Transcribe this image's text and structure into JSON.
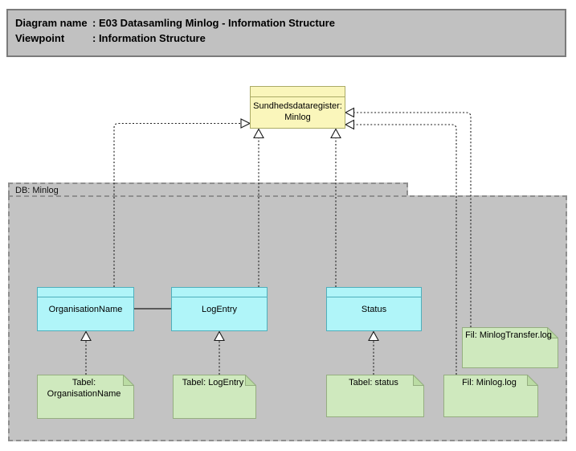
{
  "header": {
    "rows": [
      {
        "label": "Diagram name",
        "value": ": E03 Datasamling Minlog - Information Structure"
      },
      {
        "label": "Viewpoint",
        "value": ": Information Structure"
      }
    ]
  },
  "boundary": {
    "db_label": "DB: Minlog"
  },
  "nodes": {
    "register": {
      "name": "Sundhedsdataregister: Minlog"
    },
    "organisation": {
      "name": "OrganisationName"
    },
    "logentry": {
      "name": "LogEntry"
    },
    "status": {
      "name": "Status"
    }
  },
  "notes": {
    "tabel_organisation": {
      "text": "Tabel: OrganisationName"
    },
    "tabel_logentry": {
      "text": "Tabel: LogEntry"
    },
    "tabel_status": {
      "text": "Tabel: status"
    },
    "fil_minlog": {
      "text": "Fil: Minlog.log"
    },
    "fil_minlogtransfer": {
      "text": "Fil: MinlogTransfer.log"
    }
  },
  "relations": [
    {
      "from": "OrganisationName",
      "to": "Sundhedsdataregister: Minlog",
      "type": "realization",
      "line": "dashed-hollow-triangle"
    },
    {
      "from": "LogEntry",
      "to": "Sundhedsdataregister: Minlog",
      "type": "realization",
      "line": "dashed-hollow-triangle"
    },
    {
      "from": "Status",
      "to": "Sundhedsdataregister: Minlog",
      "type": "realization",
      "line": "dashed-hollow-triangle"
    },
    {
      "from": "Fil: MinlogTransfer.log",
      "to": "Sundhedsdataregister: Minlog",
      "type": "realization",
      "line": "dashed-hollow-triangle"
    },
    {
      "from": "Fil: Minlog.log",
      "to": "Sundhedsdataregister: Minlog",
      "type": "realization",
      "line": "dashed-hollow-triangle"
    },
    {
      "from": "Tabel: OrganisationName",
      "to": "OrganisationName",
      "type": "realization",
      "line": "dashed-hollow-triangle"
    },
    {
      "from": "Tabel: LogEntry",
      "to": "LogEntry",
      "type": "realization",
      "line": "dashed-hollow-triangle"
    },
    {
      "from": "Tabel: status",
      "to": "Status",
      "type": "realization",
      "line": "dashed-hollow-triangle"
    },
    {
      "from": "OrganisationName",
      "to": "LogEntry",
      "type": "association",
      "line": "solid"
    }
  ],
  "colors": {
    "header_fill": "#C1C1C1",
    "header_border": "#7B7B7B",
    "boundary_fill": "#C3C3C3",
    "boundary_border": "#8F8F8F",
    "object_fill": "#FAF6BB",
    "object_border": "#ABAB66",
    "class_fill": "#B0F5F9",
    "class_border": "#4EAFBC",
    "note_fill": "#CFE9BE",
    "note_fold": "#BBDCA4",
    "note_border": "#95AE80",
    "connector": "#1A1A1A"
  }
}
